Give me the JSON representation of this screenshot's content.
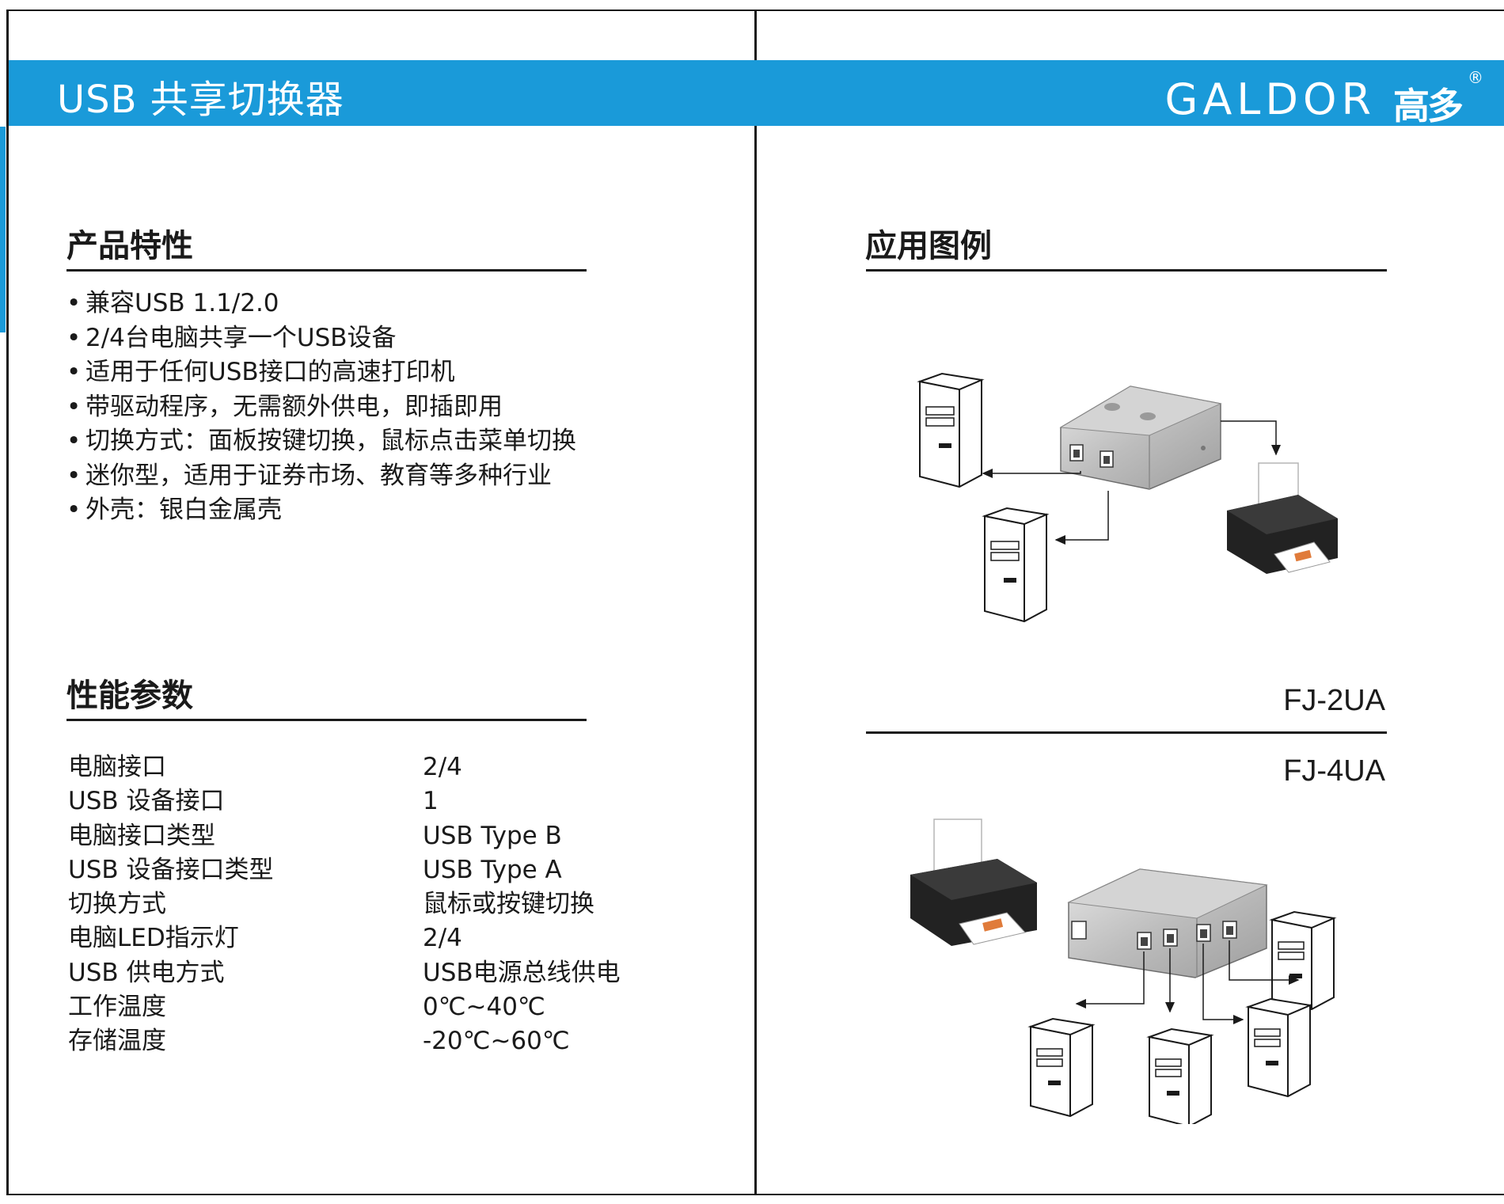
{
  "header": {
    "title": "USB 共享切换器",
    "brand_word": "GALDOR",
    "brand_cn": "高多",
    "brand_reg": "®"
  },
  "features": {
    "title": "产品特性",
    "items": [
      "兼容USB 1.1/2.0",
      "2/4台电脑共享一个USB设备",
      "适用于任何USB接口的高速打印机",
      "带驱动程序，无需额外供电，即插即用",
      "切换方式：面板按键切换，鼠标点击菜单切换",
      "迷你型，适用于证券市场、教育等多种行业",
      "外壳：银白金属壳"
    ],
    "bullet": "•"
  },
  "specs": {
    "title": "性能参数",
    "rows": [
      {
        "key": "电脑接口",
        "value": "2/4"
      },
      {
        "key": "USB 设备接口",
        "value": "1"
      },
      {
        "key": "电脑接口类型",
        "value": "USB Type B"
      },
      {
        "key": "USB 设备接口类型",
        "value": "USB Type A"
      },
      {
        "key": "切换方式",
        "value": "鼠标或按键切换"
      },
      {
        "key": "电脑LED指示灯",
        "value": "2/4"
      },
      {
        "key": "USB 供电方式",
        "value": "USB电源总线供电"
      },
      {
        "key": "工作温度",
        "value": "0℃~40℃"
      },
      {
        "key": "存储温度",
        "value": "-20℃~60℃"
      }
    ]
  },
  "application": {
    "title": "应用图例",
    "model_2": "FJ-2UA",
    "model_4": "FJ-4UA"
  },
  "colors": {
    "accent": "#1a9ad9",
    "text": "#1a1a1a"
  }
}
